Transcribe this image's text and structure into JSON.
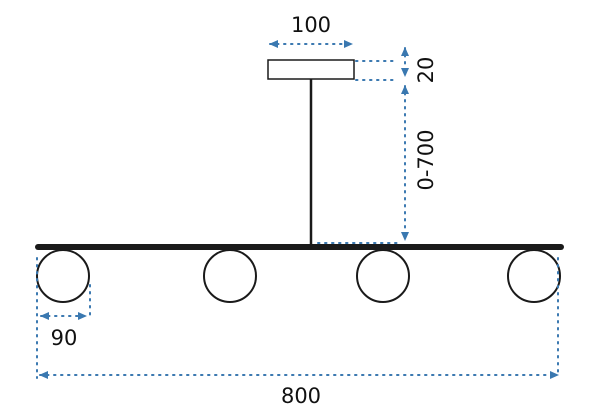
{
  "colors": {
    "line": "#1a1a1a",
    "dimension": "#3a78b0",
    "background": "#ffffff"
  },
  "labels": {
    "canopy_width": "100",
    "canopy_height": "20",
    "rod_length": "0-700",
    "shade_diameter": "90",
    "total_width": "800"
  },
  "lamp": {
    "shade_count": 4
  }
}
